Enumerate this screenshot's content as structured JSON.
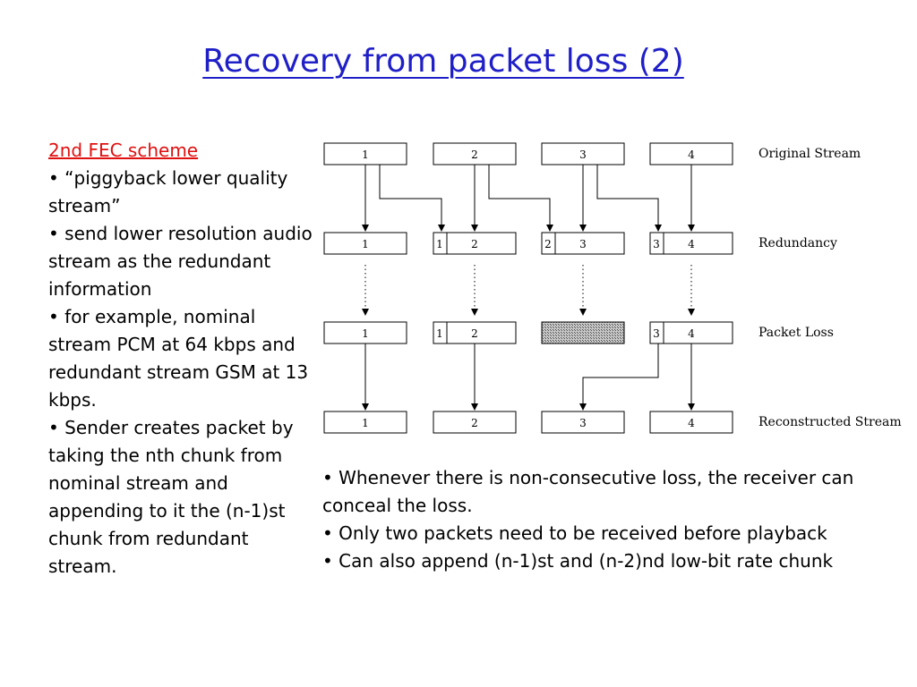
{
  "title": "Recovery from packet loss (2)",
  "left": {
    "heading": "2nd FEC scheme",
    "bullets": [
      "• “piggyback lower quality stream”",
      "• send lower resolution audio stream as the redundant information",
      "• for example, nominal stream PCM at 64 kbps and redundant stream GSM at 13 kbps.",
      "• Sender creates packet by taking the nth chunk from nominal stream and appending to it the (n-1)st chunk from redundant stream."
    ]
  },
  "diagram": {
    "row_labels": [
      "Original Stream",
      "Redundancy",
      "Packet Loss",
      "Reconstructed Stream"
    ],
    "packet_numbers": [
      "1",
      "2",
      "3",
      "4"
    ],
    "redundant_numbers": [
      "1",
      "2",
      "3"
    ],
    "lost_packet": "3",
    "colors": {
      "box_stroke": "#000000",
      "lost_fill": "#909090"
    }
  },
  "bottom": {
    "bullets": [
      "• Whenever there is non-consecutive loss, the receiver can conceal the loss.",
      "• Only two packets need to be received before playback",
      "• Can also append (n-1)st and (n-2)nd low-bit rate chunk"
    ]
  }
}
